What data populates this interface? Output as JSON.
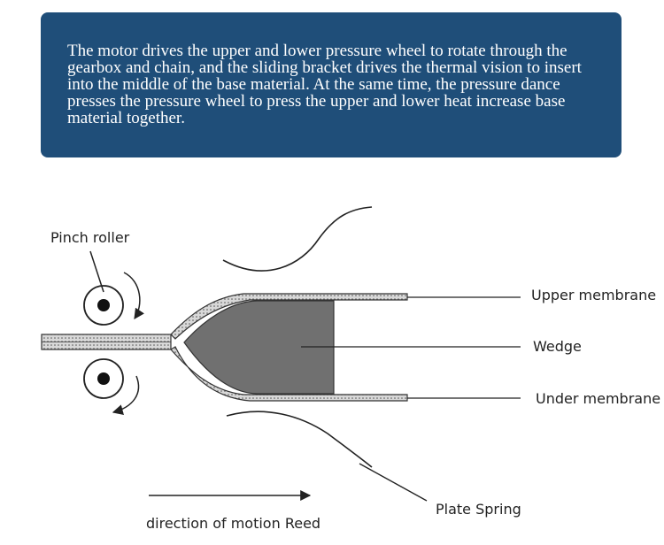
{
  "banner": {
    "text": "The motor drives the upper and lower pressure wheel to rotate through the gearbox and chain, and the sliding bracket drives the thermal vision to insert into the middle of the base material. At the same time, the pressure dance presses the pressure wheel to press the upper and lower heat increase base material together."
  },
  "labels": {
    "pinch_roller": "Pinch roller",
    "upper_membrane": "Upper membrane",
    "wedge": "Wedge",
    "under_membrane": "Under membrane",
    "plate_spring": "Plate Spring",
    "direction": "direction of motion Reed"
  },
  "colors": {
    "banner_bg": "#1f4e79",
    "wedge_fill": "#707070",
    "membrane_fill": "#cfcfcf"
  }
}
